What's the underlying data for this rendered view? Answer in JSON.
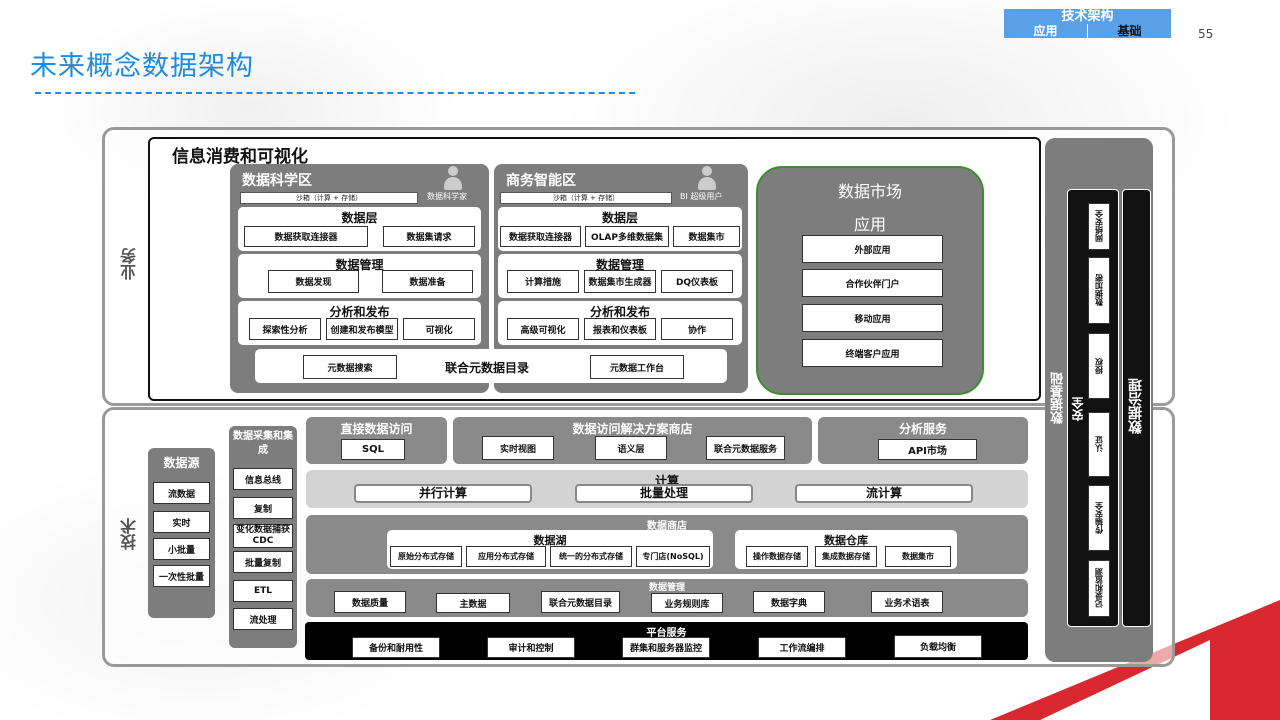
{
  "header": {
    "tab_top": "技术架构",
    "tab_app": "应用",
    "tab_base": "基础",
    "page_number": "55",
    "title": "未来概念数据架构"
  },
  "labels": {
    "business": "业务",
    "tech": "技术"
  },
  "consume": {
    "title": "信息消费和可视化",
    "ds": {
      "title": "数据科学区",
      "sandbox": "沙箱（计算 + 存储）",
      "user": "数据科学家",
      "data_layer": {
        "title": "数据层",
        "items": [
          "数据获取连接器",
          "数据集请求"
        ]
      },
      "data_mgmt": {
        "title": "数据管理",
        "items": [
          "数据发现",
          "数据准备"
        ]
      },
      "analysis": {
        "title": "分析和发布",
        "items": [
          "探索性分析",
          "创建和发布模型",
          "可视化"
        ]
      }
    },
    "bi": {
      "title": "商务智能区",
      "sandbox": "沙箱（计算 + 存储）",
      "user": "BI 超级用户",
      "data_layer": {
        "title": "数据层",
        "items": [
          "数据获取连接器",
          "OLAP多维数据集",
          "数据集市"
        ]
      },
      "data_mgmt": {
        "title": "数据管理",
        "items": [
          "计算措施",
          "数据集市生成器",
          "DQ仪表板"
        ]
      },
      "analysis": {
        "title": "分析和发布",
        "items": [
          "高级可视化",
          "报表和仪表板",
          "协作"
        ]
      }
    },
    "catalog": {
      "left": "元数据搜索",
      "center": "联合元数据目录",
      "right": "元数据工作台"
    },
    "market": {
      "title": "数据市场",
      "app_title": "应用",
      "items": [
        "外部应用",
        "合作伙伴门户",
        "移动应用",
        "终端客户应用"
      ]
    }
  },
  "tech": {
    "sources": {
      "title": "数据源",
      "items": [
        "流数据",
        "实时",
        "小批量",
        "一次性批量"
      ]
    },
    "collect": {
      "title": "数据采集和集成",
      "items": [
        "信息总线",
        "复制",
        "变化数据捕获CDC",
        "批量复制",
        "ETL",
        "流处理"
      ]
    },
    "direct": {
      "title": "直接数据访问",
      "items": [
        "SQL"
      ]
    },
    "solutions": {
      "title": "数据访问解决方案商店",
      "items": [
        "实时视图",
        "语义层",
        "联合元数据服务"
      ]
    },
    "analytics": {
      "title": "分析服务",
      "items": [
        "API市场"
      ]
    },
    "compute": {
      "title": "计算",
      "items": [
        "并行计算",
        "批量处理",
        "流计算"
      ]
    },
    "store": {
      "title": "数据商店",
      "lake": {
        "title": "数据湖",
        "items": [
          "原始分布式存储",
          "应用分布式存储",
          "统一的分布式存储",
          "专门店(NoSQL)"
        ]
      },
      "warehouse": {
        "title": "数据仓库",
        "items": [
          "操作数据存储",
          "集成数据存储",
          "数据集市"
        ]
      }
    },
    "mgmt": {
      "title": "数据管理",
      "items": [
        "数据质量",
        "主数据",
        "联合元数据目录",
        "业务规则库",
        "数据字典",
        "业务术语表"
      ]
    },
    "platform": {
      "title": "平台服务",
      "items": [
        "备份和耐用性",
        "审计和控制",
        "群集和服务器监控",
        "工作流编排",
        "负载均衡"
      ]
    }
  },
  "right": {
    "infra": "数据基础",
    "security": "安全",
    "security_items": [
      "网络安全",
      "数据加密",
      "授权",
      "认证",
      "传输安全",
      "记录和监测"
    ],
    "governance": "数据治理"
  }
}
